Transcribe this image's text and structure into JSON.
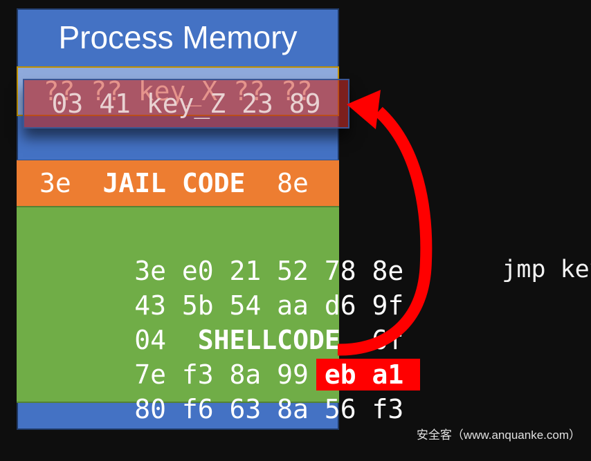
{
  "title": "Process Memory",
  "key_region": {
    "original_row": "?? ?? key_X ?? ??",
    "patched_row": "03 41 key_Z 23 89"
  },
  "jail_row": {
    "left": "3e  ",
    "label": "JAIL CODE",
    "right": "  8e"
  },
  "shellcode_block": {
    "row1": "3e e0 21 52 78 8e",
    "row2": "43 5b 54 aa d6 9f",
    "row3_left": "04  ",
    "row3_label": "SHELLCODE",
    "row3_right": "  6f",
    "row4_prefix": "7e f3 8a 99 ",
    "row4_highlight": "eb a1",
    "row5": "80 f6 63 8a 56 f3"
  },
  "annotation": {
    "jmp_label": "jmp key_Z"
  },
  "watermark": "安全客（www.anquanke.com）",
  "colors": {
    "background": "#0E0E0E",
    "process_box_blue": "#4472C4",
    "key_region_blue": "#8FAADC",
    "key_region_border_gold": "#BF9000",
    "patched_overlay_maroon": "rgba(185,42,38,0.65)",
    "patched_overlay_border": "#3A5693",
    "original_key_text_pink": "#F4A496",
    "jail_orange": "#ED7D31",
    "shellcode_green": "#70AD47",
    "highlight_red": "#FF0000",
    "arrow_red": "#FF0000"
  }
}
